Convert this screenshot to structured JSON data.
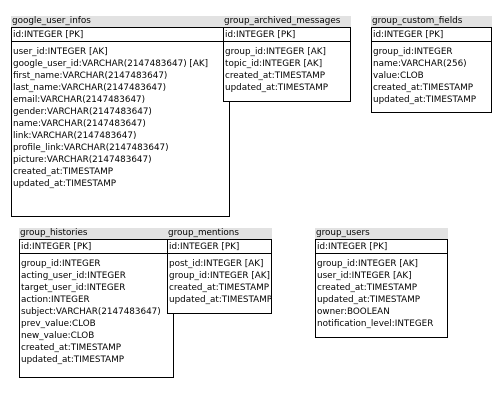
{
  "entities": [
    {
      "name": "google_user_infos",
      "pk": "id:INTEGER [PK]",
      "attrs": [
        "user_id:INTEGER [AK]",
        "google_user_id:VARCHAR(2147483647) [AK]",
        "first_name:VARCHAR(2147483647)",
        "last_name:VARCHAR(2147483647)",
        "email:VARCHAR(2147483647)",
        "gender:VARCHAR(2147483647)",
        "name:VARCHAR(2147483647)",
        "link:VARCHAR(2147483647)",
        "profile_link:VARCHAR(2147483647)",
        "picture:VARCHAR(2147483647)",
        "created_at:TIMESTAMP",
        "updated_at:TIMESTAMP"
      ]
    },
    {
      "name": "group_archived_messages",
      "pk": "id:INTEGER [PK]",
      "attrs": [
        "group_id:INTEGER [AK]",
        "topic_id:INTEGER [AK]",
        "created_at:TIMESTAMP",
        "updated_at:TIMESTAMP"
      ]
    },
    {
      "name": "group_custom_fields",
      "pk": "id:INTEGER [PK]",
      "attrs": [
        "group_id:INTEGER",
        "name:VARCHAR(256)",
        "value:CLOB",
        "created_at:TIMESTAMP",
        "updated_at:TIMESTAMP"
      ]
    },
    {
      "name": "group_histories",
      "pk": "id:INTEGER [PK]",
      "attrs": [
        "group_id:INTEGER",
        "acting_user_id:INTEGER",
        "target_user_id:INTEGER",
        "action:INTEGER",
        "subject:VARCHAR(2147483647)",
        "prev_value:CLOB",
        "new_value:CLOB",
        "created_at:TIMESTAMP",
        "updated_at:TIMESTAMP"
      ]
    },
    {
      "name": "group_mentions",
      "pk": "id:INTEGER [PK]",
      "attrs": [
        "post_id:INTEGER [AK]",
        "group_id:INTEGER [AK]",
        "created_at:TIMESTAMP",
        "updated_at:TIMESTAMP"
      ]
    },
    {
      "name": "group_users",
      "pk": "id:INTEGER [PK]",
      "attrs": [
        "group_id:INTEGER [AK]",
        "user_id:INTEGER [AK]",
        "created_at:TIMESTAMP",
        "updated_at:TIMESTAMP",
        "owner:BOOLEAN",
        "notification_level:INTEGER"
      ]
    }
  ]
}
